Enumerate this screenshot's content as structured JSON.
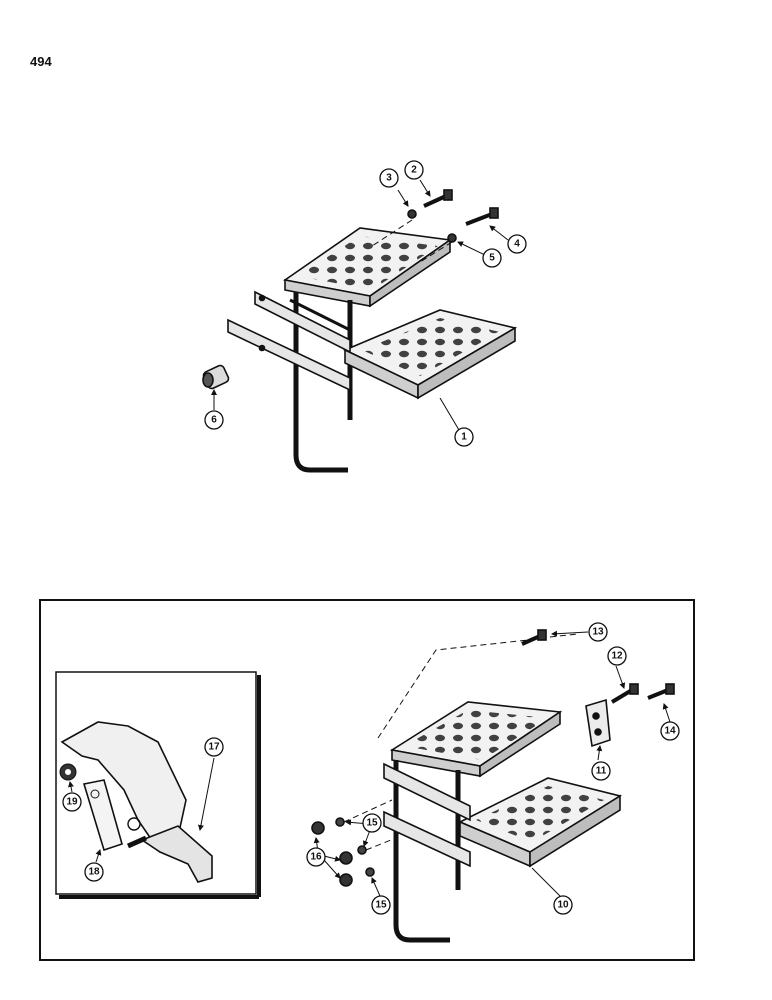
{
  "page_number": "494",
  "upper_assembly": {
    "callouts": [
      "1",
      "2",
      "3",
      "4",
      "5",
      "6"
    ]
  },
  "lower_assembly": {
    "callouts": [
      "10",
      "11",
      "12",
      "13",
      "14",
      "15",
      "15",
      "16"
    ]
  },
  "inset": {
    "callouts": [
      "17",
      "18",
      "19"
    ]
  }
}
